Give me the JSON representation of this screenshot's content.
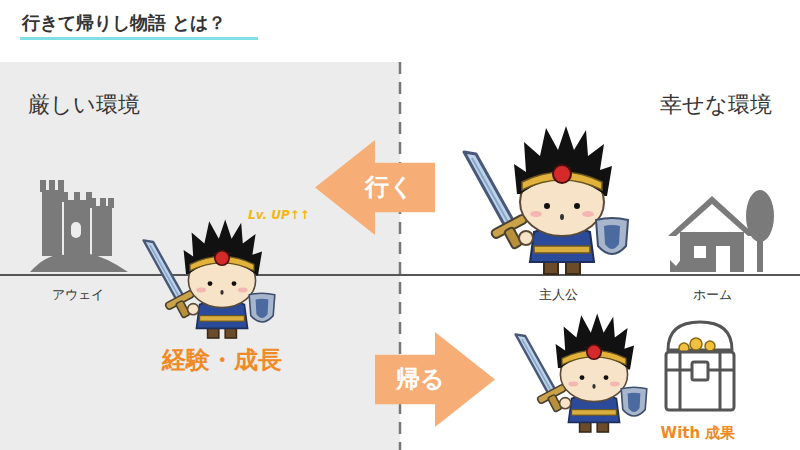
{
  "diagram": {
    "title": "行きて帰りし物語 とは？",
    "nodes": [
      {
        "text": [
          "行く"
        ]
      },
      {
        "text": [
          "帰る"
        ]
      }
    ],
    "labels": [
      "厳しい環境",
      "幸せな環境",
      "Lv. UP↑↑",
      "アウェイ",
      "主人公",
      "ホーム",
      "経験・成長",
      "With 成果"
    ]
  }
}
